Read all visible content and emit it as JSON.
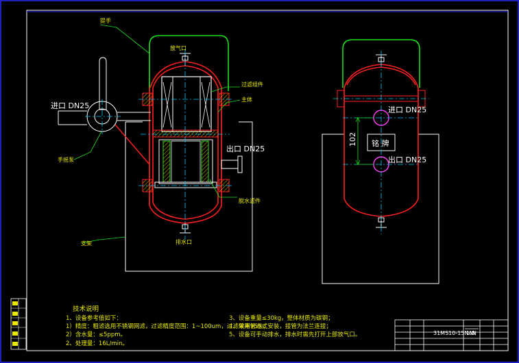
{
  "labels": {
    "handle": "提手",
    "vent": "放气口",
    "filter_element": "过滤组件",
    "main_body": "主体",
    "inlet_left": "进口 DN25",
    "hand_wheel": "手摇泵",
    "outlet_right": "出口 DN25",
    "water_element": "脱水滤件",
    "support": "支架",
    "drain": "排水口",
    "side_inlet": "进口 DN25",
    "side_outlet": "出口 DN25",
    "nameplate": "铭 牌",
    "dim_102": "102"
  },
  "notes": {
    "title": "技术说明",
    "left": [
      "1、设备参考值如下：",
      "   1）精度：粗滤选用不锈钢网滤，过滤精度范围：1~100um，过滤效率95%；",
      "   2）含水量：≤5ppm。",
      "2、处理量：16L/min。"
    ],
    "right": [
      "3、设备重量≤30kg，整体材质为碳钢；",
      "4、采用管道式安装，接管为法兰连接；",
      "5、设备可手动排水，排水时需先打开上部放气口。"
    ]
  },
  "title_block": {
    "drawing_no": "31MS10-15NAN",
    "scale": "1:8"
  },
  "colors": {
    "background": "#000000",
    "frame": "#ffffff",
    "outer_frame": "#2b2bff",
    "vessel": "#ff2020",
    "centerline": "#00c8ff",
    "element": "#ffffff",
    "handle": "#20e020",
    "leader": "#20e020",
    "label": "#e8e800",
    "magenta": "#ff40ff",
    "hatch": "#c8a000"
  }
}
